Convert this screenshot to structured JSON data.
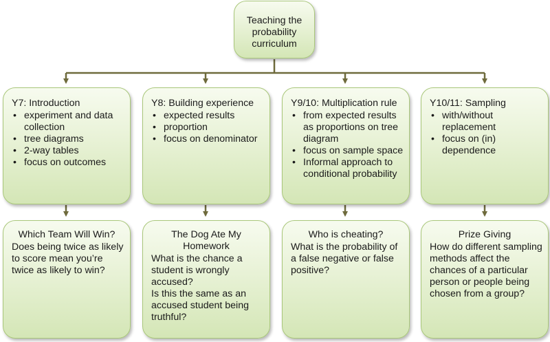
{
  "root": {
    "label": "Teaching the probability curriculum"
  },
  "stages": [
    {
      "heading": "Y7: Introduction",
      "bullets": [
        "experiment and data collection",
        "tree diagrams",
        "2-way tables",
        "focus on outcomes"
      ]
    },
    {
      "heading": "Y8: Building experience",
      "bullets": [
        "expected results",
        "proportion",
        "focus on denominator"
      ]
    },
    {
      "heading": "Y9/10: Multiplication rule",
      "bullets": [
        "from expected results as proportions on tree diagram",
        "focus on sample space",
        "Informal approach to conditional probability"
      ]
    },
    {
      "heading": "Y10/11: Sampling",
      "bullets": [
        "with/without replacement",
        "focus on (in) dependence"
      ]
    }
  ],
  "activities": [
    {
      "title": "Which Team Will Win?",
      "questions": [
        "Does being twice as likely to score mean you’re twice as likely to win?"
      ]
    },
    {
      "title": "The Dog Ate My Homework",
      "questions": [
        "What is the chance a student is wrongly accused?",
        "Is this the same as an accused student being truthful?"
      ]
    },
    {
      "title": "Who is cheating?",
      "questions": [
        "What is the probability of a false negative or false positive?"
      ]
    },
    {
      "title": "Prize Giving",
      "questions": [
        "How do different sampling methods affect the chances of a particular person or people being chosen from a group?"
      ]
    }
  ],
  "colors": {
    "box_border": "#a9c77a",
    "box_fill_top": "#f7fbef",
    "box_fill_bottom": "#d4e6b6",
    "connector": "#6e6a3c"
  }
}
